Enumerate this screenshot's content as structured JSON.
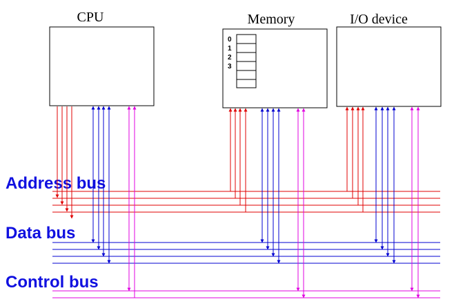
{
  "labels": {
    "cpu": "CPU",
    "memory": "Memory",
    "io": "I/O device",
    "address_bus": "Address bus",
    "data_bus": "Data bus",
    "control_bus": "Control bus"
  },
  "memory_cells": [
    "0",
    "1",
    "2",
    "3"
  ],
  "colors": {
    "address": "#e00000",
    "data": "#0000d0",
    "control": "#e000e0",
    "bus_label": "#1010e0",
    "box": "#000000"
  }
}
